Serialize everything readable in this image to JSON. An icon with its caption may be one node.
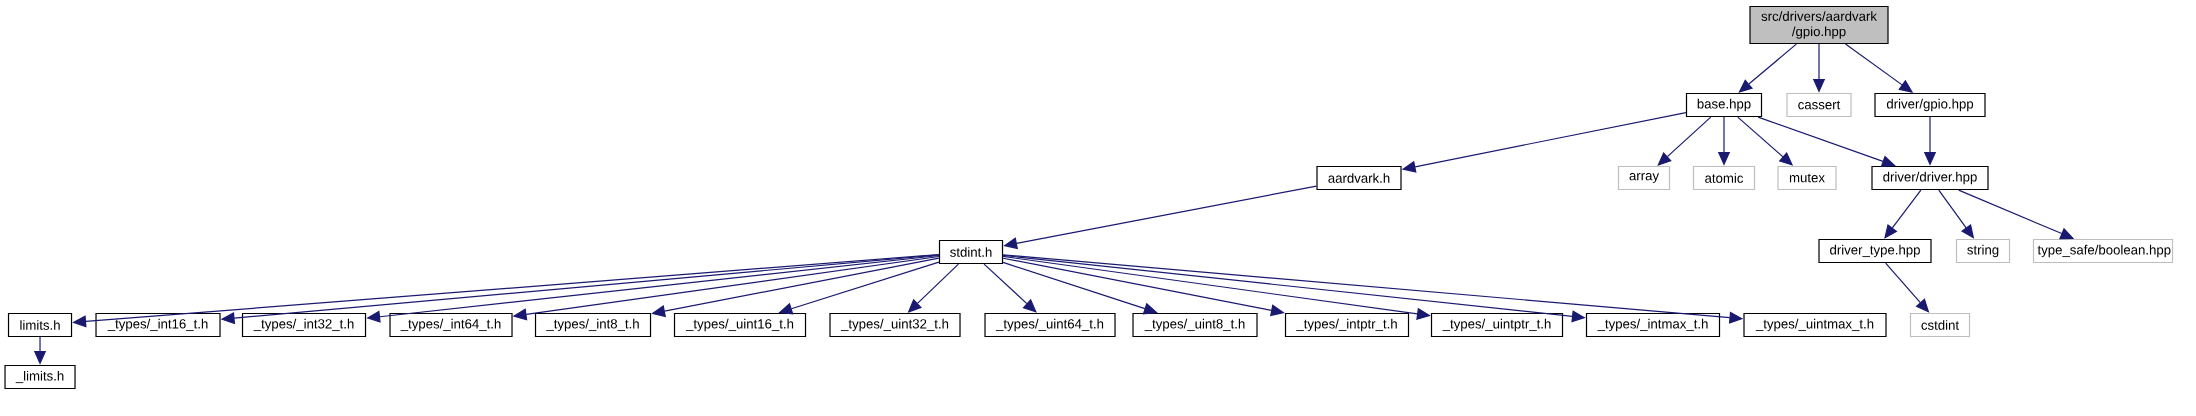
{
  "diagram": {
    "nodes": [
      {
        "text": [
          "src/drivers/aardvark /gpio.hpp"
        ]
      },
      {
        "text": [
          "base.hpp"
        ]
      },
      {
        "text": [
          "cassert"
        ]
      },
      {
        "text": [
          "driver/gpio.hpp"
        ]
      },
      {
        "text": [
          "aardvark.h"
        ]
      },
      {
        "text": [
          "array"
        ]
      },
      {
        "text": [
          "atomic"
        ]
      },
      {
        "text": [
          "mutex"
        ]
      },
      {
        "text": [
          "driver/driver.hpp"
        ]
      },
      {
        "text": [
          "stdint.h"
        ]
      },
      {
        "text": [
          "driver_type.hpp"
        ]
      },
      {
        "text": [
          "string"
        ]
      },
      {
        "text": [
          "type_safe/boolean.hpp"
        ]
      },
      {
        "text": [
          "limits.h"
        ]
      },
      {
        "text": [
          "_types/_int16_t.h"
        ]
      },
      {
        "text": [
          "_types/_int32_t.h"
        ]
      },
      {
        "text": [
          "_types/_int64_t.h"
        ]
      },
      {
        "text": [
          "_types/_int8_t.h"
        ]
      },
      {
        "text": [
          "_types/_uint16_t.h"
        ]
      },
      {
        "text": [
          "_types/_uint32_t.h"
        ]
      },
      {
        "text": [
          "_types/_uint64_t.h"
        ]
      },
      {
        "text": [
          "_types/_uint8_t.h"
        ]
      },
      {
        "text": [
          "_types/_intptr_t.h"
        ]
      },
      {
        "text": [
          "_types/_uintptr_t.h"
        ]
      },
      {
        "text": [
          "_types/_intmax_t.h"
        ]
      },
      {
        "text": [
          "_types/_uintmax_t.h"
        ]
      },
      {
        "text": [
          "cstdint"
        ]
      },
      {
        "text": [
          "_limits.h"
        ]
      }
    ],
    "edges": [
      {
        "from": 0,
        "to": 1,
        "arrow": "to"
      },
      {
        "from": 0,
        "to": 2,
        "arrow": "to"
      },
      {
        "from": 0,
        "to": 3,
        "arrow": "to"
      },
      {
        "from": 1,
        "to": 4,
        "arrow": "to"
      },
      {
        "from": 1,
        "to": 5,
        "arrow": "to"
      },
      {
        "from": 1,
        "to": 6,
        "arrow": "to"
      },
      {
        "from": 1,
        "to": 7,
        "arrow": "to"
      },
      {
        "from": 1,
        "to": 8,
        "arrow": "to"
      },
      {
        "from": 3,
        "to": 8,
        "arrow": "to"
      },
      {
        "from": 4,
        "to": 9,
        "arrow": "to"
      },
      {
        "from": 8,
        "to": 10,
        "arrow": "to"
      },
      {
        "from": 8,
        "to": 11,
        "arrow": "to"
      },
      {
        "from": 8,
        "to": 12,
        "arrow": "to"
      },
      {
        "from": 9,
        "to": 13,
        "arrow": "to"
      },
      {
        "from": 9,
        "to": 14,
        "arrow": "to"
      },
      {
        "from": 9,
        "to": 15,
        "arrow": "to"
      },
      {
        "from": 9,
        "to": 16,
        "arrow": "to"
      },
      {
        "from": 9,
        "to": 17,
        "arrow": "to"
      },
      {
        "from": 9,
        "to": 18,
        "arrow": "to"
      },
      {
        "from": 9,
        "to": 19,
        "arrow": "to"
      },
      {
        "from": 9,
        "to": 20,
        "arrow": "to"
      },
      {
        "from": 9,
        "to": 21,
        "arrow": "to"
      },
      {
        "from": 9,
        "to": 22,
        "arrow": "to"
      },
      {
        "from": 9,
        "to": 23,
        "arrow": "to"
      },
      {
        "from": 9,
        "to": 24,
        "arrow": "to"
      },
      {
        "from": 9,
        "to": 25,
        "arrow": "to"
      },
      {
        "from": 10,
        "to": 26,
        "arrow": "to"
      },
      {
        "from": 13,
        "to": 27,
        "arrow": "to"
      }
    ]
  }
}
